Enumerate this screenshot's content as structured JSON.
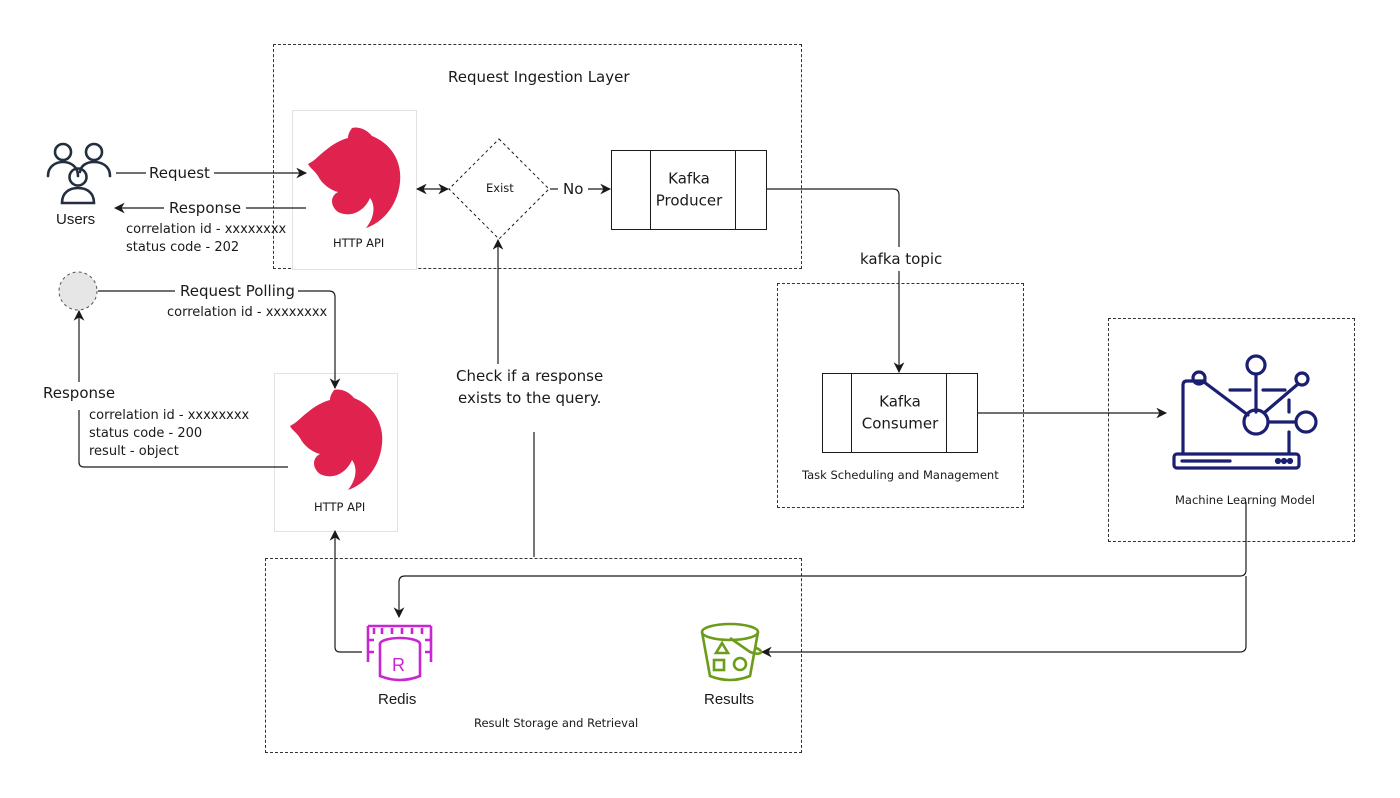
{
  "groups": {
    "ingestion": "Request Ingestion Layer",
    "scheduling": "Task Scheduling and Management",
    "ml": "Machine Learning Model",
    "storage": "Result Storage and Retrieval"
  },
  "nodes": {
    "users": "Users",
    "http_api_top": "HTTP API",
    "http_api_bottom": "HTTP API",
    "exist": "Exist",
    "kafka_producer": [
      "Kafka",
      "Producer"
    ],
    "kafka_consumer": [
      "Kafka",
      "Consumer"
    ],
    "redis": "Redis",
    "results": "Results"
  },
  "edges": {
    "request": "Request",
    "response_top": "Response",
    "response_top_details": [
      "correlation id  - xxxxxxxx",
      "status code - 202"
    ],
    "no": "No",
    "kafka_topic": "kafka topic",
    "request_polling": "Request Polling",
    "request_polling_details": "correlation id  - xxxxxxxx",
    "response_bottom": "Response",
    "response_bottom_details": [
      "correlation id  - xxxxxxxx",
      "status code - 200",
      "result - object"
    ],
    "check_note": [
      "Check if a response",
      "exists to the query."
    ]
  },
  "colors": {
    "nest_red": "#e0234e",
    "ml_navy": "#1a1f71",
    "redis_magenta": "#c925d1",
    "bucket_green": "#6b9c1a",
    "line": "#1a1a1a"
  }
}
